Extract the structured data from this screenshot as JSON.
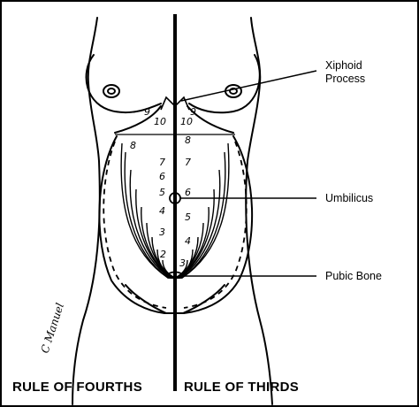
{
  "callouts": {
    "xiphoid_line1": "Xiphoid",
    "xiphoid_line2": "Process",
    "umbilicus": "Umbilicus",
    "pubic_bone": "Pubic Bone"
  },
  "captions": {
    "left": "RULE OF FOURTHS",
    "right": "RULE OF THIRDS"
  },
  "signature": "C Manuel",
  "left_numbers": [
    "9",
    "10",
    "8",
    "7",
    "6",
    "5",
    "4",
    "3",
    "2"
  ],
  "right_numbers": [
    "9",
    "10",
    "8",
    "7",
    "6",
    "5",
    "4",
    "3"
  ]
}
